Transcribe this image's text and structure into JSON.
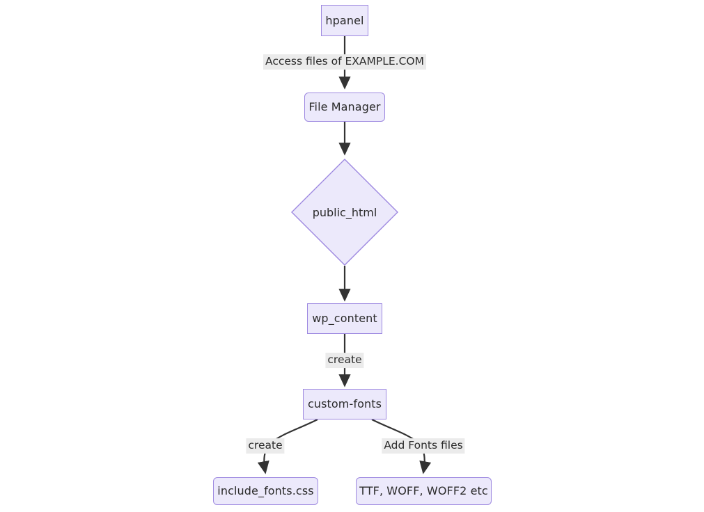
{
  "diagram": {
    "type": "flowchart",
    "direction": "top-down",
    "background_color": "#ffffff",
    "node_fill_color": "#ece9fb",
    "node_border_color": "#9d88e0",
    "edge_color": "#333333",
    "edge_label_background": "#ebebeb",
    "text_color": "#2b2b2b",
    "nodes": [
      {
        "id": "hpanel",
        "label": "hpanel",
        "shape": "rect"
      },
      {
        "id": "filemanager",
        "label": "File Manager",
        "shape": "rounded-rect"
      },
      {
        "id": "publichtml",
        "label": "public_html",
        "shape": "diamond"
      },
      {
        "id": "wpcontent",
        "label": "wp_content",
        "shape": "rect"
      },
      {
        "id": "customfonts",
        "label": "custom-fonts",
        "shape": "rect"
      },
      {
        "id": "includefonts",
        "label": "include_fonts.css",
        "shape": "rounded-rect"
      },
      {
        "id": "fontfiles",
        "label": "TTF, WOFF, WOFF2 etc",
        "shape": "rounded-rect"
      }
    ],
    "edges": [
      {
        "from": "hpanel",
        "to": "filemanager",
        "label": "Access files of EXAMPLE.COM"
      },
      {
        "from": "filemanager",
        "to": "publichtml",
        "label": ""
      },
      {
        "from": "publichtml",
        "to": "wpcontent",
        "label": ""
      },
      {
        "from": "wpcontent",
        "to": "customfonts",
        "label": "create"
      },
      {
        "from": "customfonts",
        "to": "includefonts",
        "label": "create"
      },
      {
        "from": "customfonts",
        "to": "fontfiles",
        "label": "Add Fonts files"
      }
    ]
  }
}
